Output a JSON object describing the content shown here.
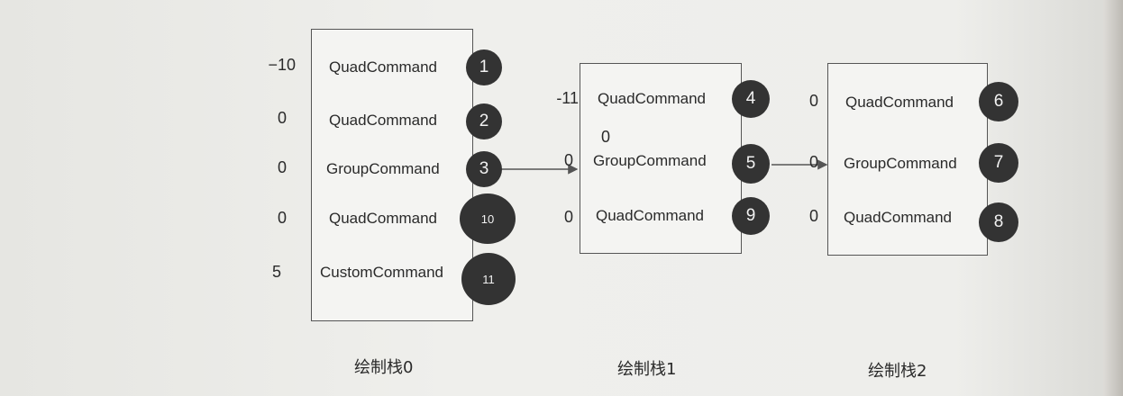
{
  "stacks": [
    {
      "caption": "绘制栈0",
      "commands": [
        {
          "z": "−10",
          "label": "QuadCommand",
          "badge": "1"
        },
        {
          "z": "0",
          "label": "QuadCommand",
          "badge": "2"
        },
        {
          "z": "0",
          "label": "GroupCommand",
          "badge": "3"
        },
        {
          "z": "0",
          "label": "QuadCommand",
          "badge": "10"
        },
        {
          "z": "5",
          "label": "CustomCommand",
          "badge": "11"
        }
      ]
    },
    {
      "caption": "绘制栈1",
      "commands": [
        {
          "z": "-11",
          "label": "QuadCommand",
          "badge": "4"
        },
        {
          "z": "0",
          "label": "GroupCommand",
          "badge": "5"
        },
        {
          "z": "0",
          "label": "QuadCommand",
          "badge": "9"
        }
      ],
      "extra_z": "0"
    },
    {
      "caption": "绘制栈2",
      "commands": [
        {
          "z": "0",
          "label": "QuadCommand",
          "badge": "6"
        },
        {
          "z": "0",
          "label": "GroupCommand",
          "badge": "7"
        },
        {
          "z": "0",
          "label": "QuadCommand",
          "badge": "8"
        }
      ]
    }
  ],
  "colors": {
    "badge": "#333333",
    "line": "#555555",
    "box_border": "#555555"
  }
}
